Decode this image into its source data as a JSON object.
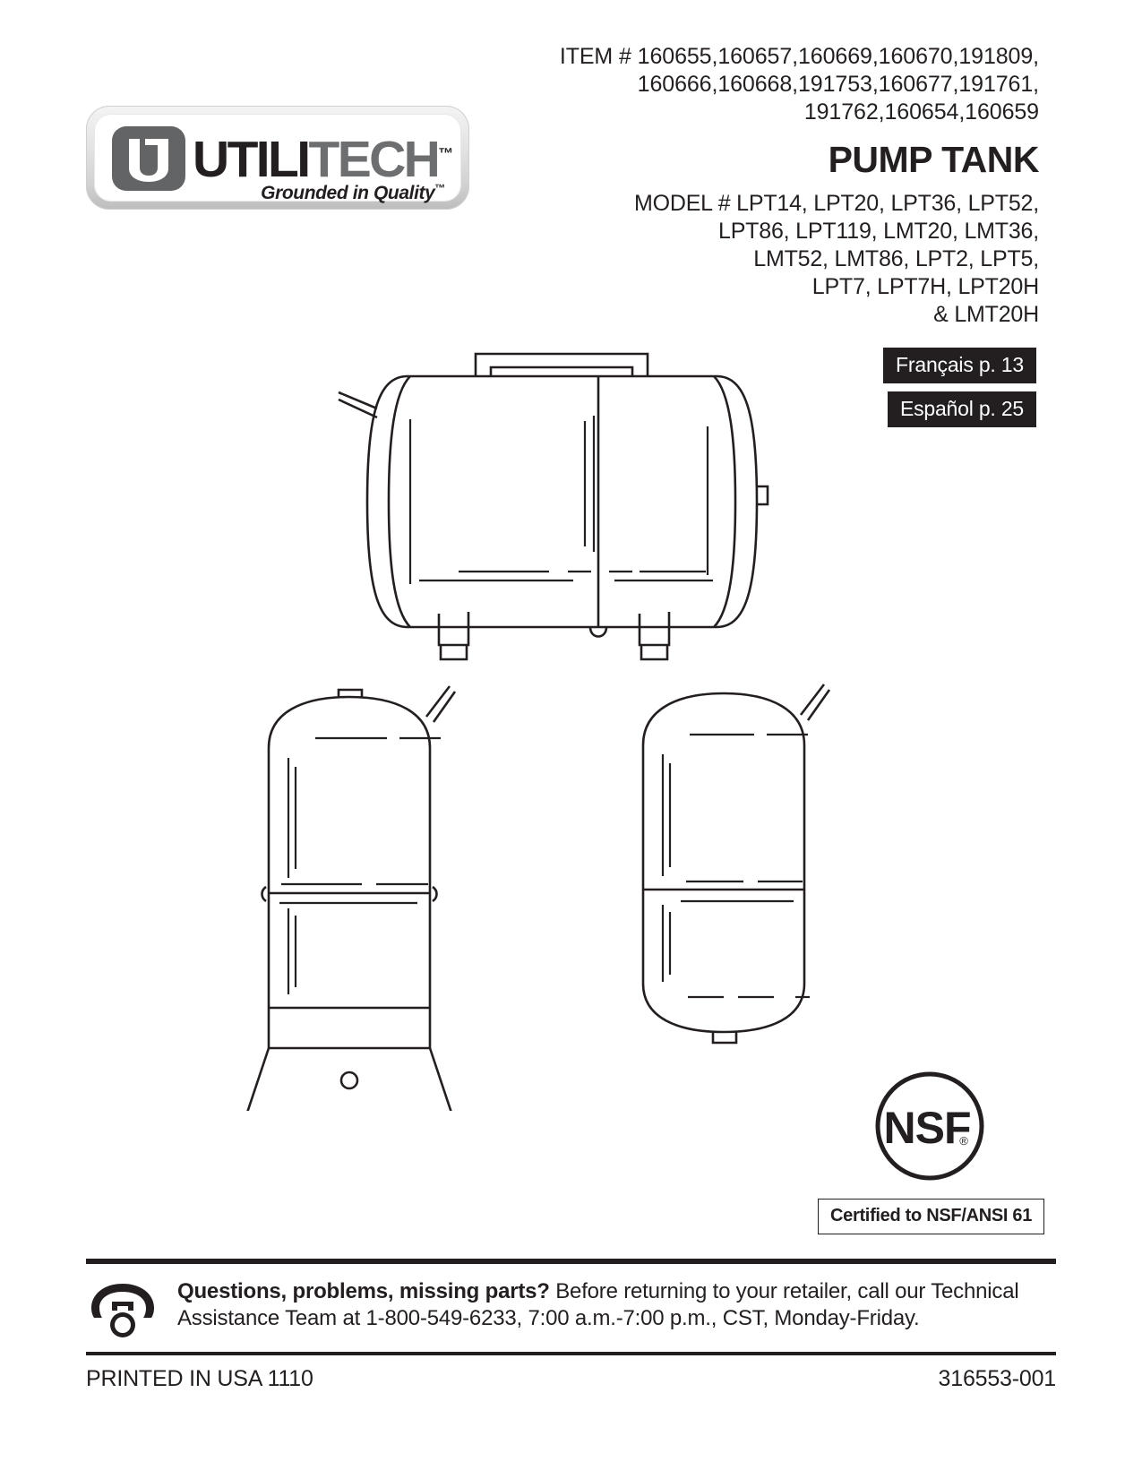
{
  "header": {
    "item_label": "ITEM #",
    "item_numbers_lines": [
      "ITEM #  160655,160657,160669,160670,191809,",
      "160666,160668,191753,160677,191761,",
      "191762,160654,160659"
    ],
    "product_title": "PUMP TANK",
    "model_lines": [
      "MODEL # LPT14, LPT20, LPT36, LPT52,",
      "LPT86, LPT119, LMT20, LMT36,",
      "LMT52, LMT86, LPT2, LPT5,",
      "LPT7, LPT7H, LPT20H",
      "& LMT20H"
    ]
  },
  "logo": {
    "word_dark": "UTILI",
    "word_gray": "TECH",
    "trademark": "™",
    "tagline": "Grounded in Quality",
    "tagline_tm": "™",
    "mark_letter": "U"
  },
  "languages": {
    "french": "Français p. 13",
    "spanish": "Español p. 25"
  },
  "certification": {
    "mark_text": "NSF",
    "registered": "®",
    "caption": "Certified to NSF/ANSI 61"
  },
  "footer": {
    "help_bold": "Questions, problems, missing parts?",
    "help_rest": " Before returning to your retailer, call our Technical Assistance Team at 1-800-549-6233, 7:00 a.m.-7:00 p.m., CST, Monday-Friday.",
    "printed_in": "PRINTED IN USA 1110",
    "doc_number": "316553-001"
  },
  "illustrations": {
    "horizontal_tank_label": "horizontal-pump-tank",
    "vertical_tank_stand_label": "vertical-pump-tank-with-stand",
    "vertical_tank_label": "vertical-pump-tank"
  },
  "colors": {
    "ink": "#231f20",
    "logo_gray": "#6d6e70",
    "mark_gray": "#636466",
    "page": "#ffffff"
  }
}
